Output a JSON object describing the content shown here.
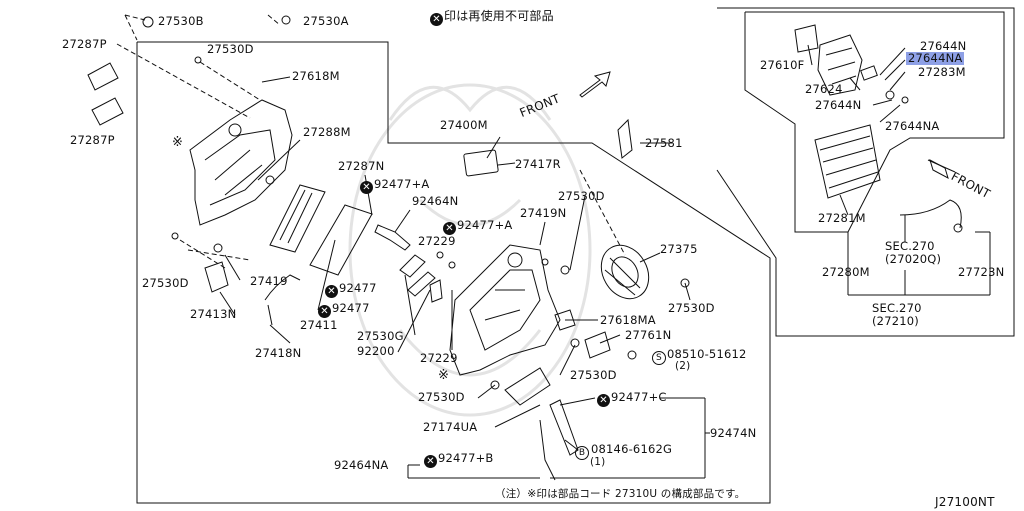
{
  "legend": {
    "icon": "x-circle-icon",
    "text": "印は再使用不可部品"
  },
  "footnote": {
    "prefix": "（注）",
    "text": "印は部品コード 27310U の構成部品です。"
  },
  "diagram_code": "J27100NT",
  "front_labels": [
    "FRONT",
    "FRONT"
  ],
  "parts": {
    "p27530B": "27530B",
    "p27530A": "27530A",
    "p27287P_a": "27287P",
    "p27287P_b": "27287P",
    "p27530D_a": "27530D",
    "p27618M": "27618M",
    "p27288M": "27288M",
    "p27287N": "27287N",
    "p92477A_a": "92477+A",
    "p92464N": "92464N",
    "p92477A_b": "92477+A",
    "p27229_a": "27229",
    "p27400M": "27400M",
    "p27417R": "27417R",
    "p27581": "27581",
    "p27530D_b": "27530D",
    "p27419N": "27419N",
    "p27375": "27375",
    "p27530D_c": "27530D",
    "p27419": "27419",
    "p27413N": "27413N",
    "p92477_a": "92477",
    "p92477_b": "92477",
    "p27411": "27411",
    "p27418N": "27418N",
    "p27530G": "27530G",
    "p92200": "92200",
    "p27229_b": "27229",
    "p27618MA": "27618MA",
    "p27761N": "27761N",
    "p08510": "08510-51612",
    "p08510_qty": "(2)",
    "p27530D_d": "27530D",
    "p27530D_e": "27530D",
    "p92477C": "92477+C",
    "p27174UA": "27174UA",
    "p92474N": "92474N",
    "p08146": "08146-6162G",
    "p08146_qty": "(1)",
    "p92464NA": "92464NA",
    "p92477B": "92477+B",
    "p27530D_f": "27530D",
    "p27644N_a": "27644N",
    "p27644NA_a": "27644NA",
    "p27283M": "27283M",
    "p27610F": "27610F",
    "p27624": "27624",
    "p27644N_b": "27644N",
    "p27644NA_b": "27644NA",
    "p27281M": "27281M",
    "p27280M": "27280M",
    "p27723N": "27723N",
    "sec270_a": "SEC.270",
    "sec270_a_code": "(27020Q)",
    "sec270_b": "SEC.270",
    "sec270_b_code": "(27210)"
  }
}
